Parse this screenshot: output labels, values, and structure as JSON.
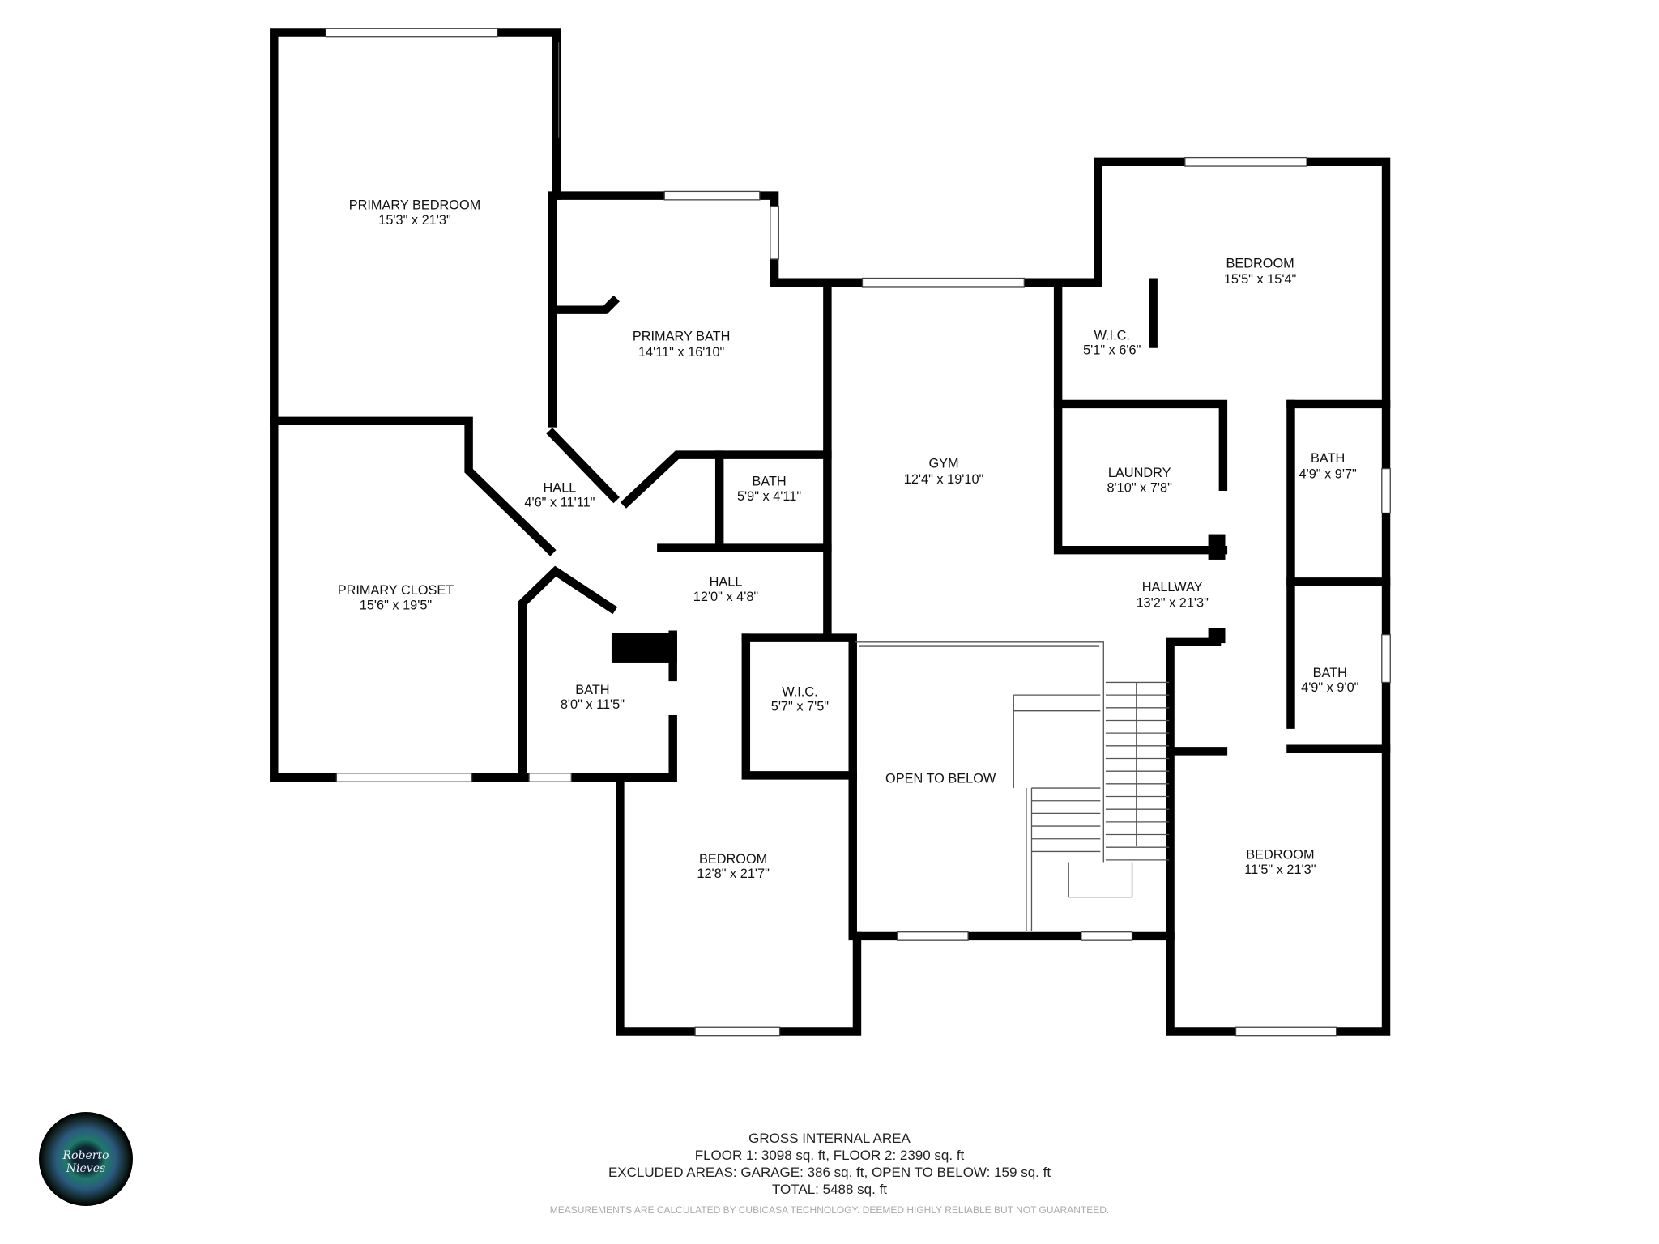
{
  "rooms": {
    "primary_bedroom": {
      "name": "PRIMARY BEDROOM",
      "size": "15'3\" x 21'3\""
    },
    "primary_bath": {
      "name": "PRIMARY BATH",
      "size": "14'11\" x 16'10\""
    },
    "primary_closet": {
      "name": "PRIMARY CLOSET",
      "size": "15'6\" x 19'5\""
    },
    "hall_1": {
      "name": "HALL",
      "size": "4'6\" x 11'11\""
    },
    "bath_small": {
      "name": "BATH",
      "size": "5'9\" x 4'11\""
    },
    "hall_2": {
      "name": "HALL",
      "size": "12'0\" x 4'8\""
    },
    "bath_mid": {
      "name": "BATH",
      "size": "8'0\" x 11'5\""
    },
    "wic_mid": {
      "name": "W.I.C.",
      "size": "5'7\" x 7'5\""
    },
    "bedroom_mid": {
      "name": "BEDROOM",
      "size": "12'8\" x 21'7\""
    },
    "gym": {
      "name": "GYM",
      "size": "12'4\" x 19'10\""
    },
    "open_to_below": {
      "name": "OPEN TO BELOW"
    },
    "wic_right": {
      "name": "W.I.C.",
      "size": "5'1\" x 6'6\""
    },
    "laundry": {
      "name": "LAUNDRY",
      "size": "8'10\" x 7'8\""
    },
    "hallway": {
      "name": "HALLWAY",
      "size": "13'2\" x 21'3\""
    },
    "bedroom_top_right": {
      "name": "BEDROOM",
      "size": "15'5\" x 15'4\""
    },
    "bath_right_1": {
      "name": "BATH",
      "size": "4'9\" x 9'7\""
    },
    "bath_right_2": {
      "name": "BATH",
      "size": "4'9\" x 9'0\""
    },
    "bedroom_bottom_right": {
      "name": "BEDROOM",
      "size": "11'5\" x 21'3\""
    }
  },
  "summary": {
    "title": "GROSS INTERNAL AREA",
    "floors": "FLOOR 1: 3098 sq. ft, FLOOR 2: 2390 sq. ft",
    "excluded": "EXCLUDED AREAS: GARAGE: 386 sq. ft, OPEN TO BELOW: 159 sq. ft",
    "total": "TOTAL: 5488 sq. ft",
    "disclaimer": "MEASUREMENTS ARE CALCULATED BY CUBICASA TECHNOLOGY. DEEMED HIGHLY RELIABLE BUT NOT GUARANTEED."
  },
  "logo": {
    "signature": "Roberto Nieves",
    "icon": "camera-lens-icon"
  }
}
